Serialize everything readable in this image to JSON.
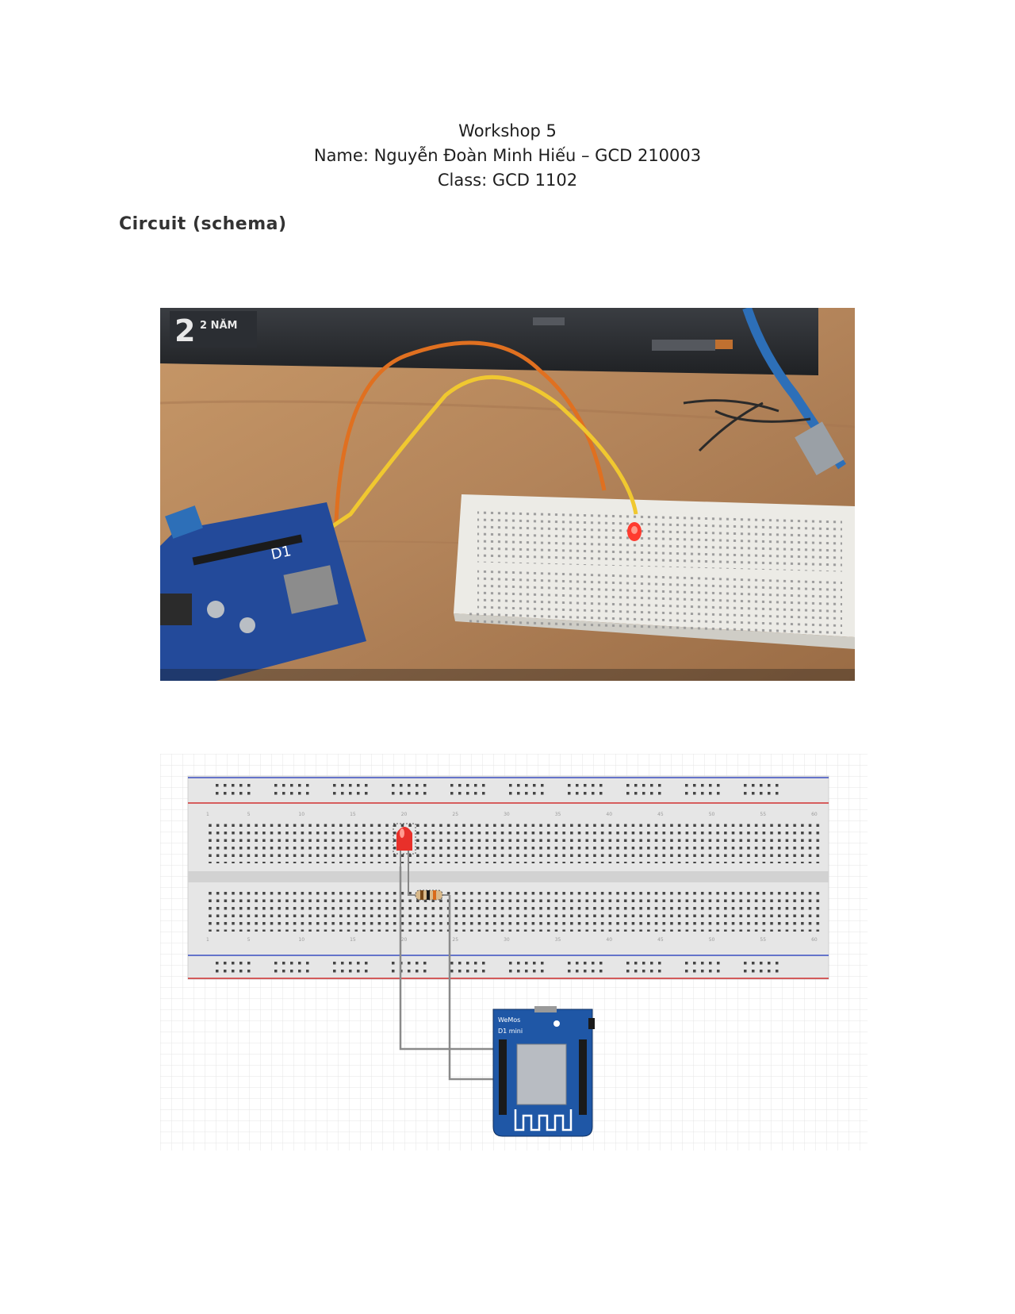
{
  "document": {
    "title": "Workshop 5",
    "name_line": "Name: Nguyễn Đoàn Minh Hiếu – GCD 210003",
    "class_line": "Class: GCD 1102"
  },
  "section": {
    "heading": "Circuit (schema)"
  },
  "figures": {
    "photo": {
      "board_name": "D1",
      "sticker_text": "2 NĂM"
    },
    "schematic": {
      "board_brand": "WeMos",
      "board_name": "D1 mini",
      "column_numbers": [
        "1",
        "5",
        "10",
        "15",
        "20",
        "25",
        "30",
        "35",
        "40",
        "45",
        "50",
        "55",
        "60"
      ]
    }
  }
}
